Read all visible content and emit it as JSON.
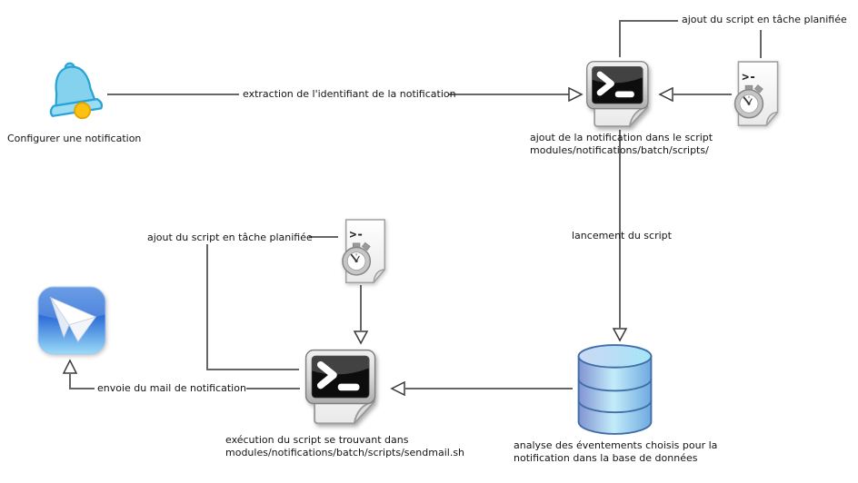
{
  "diagram": {
    "title": "notification batch workflow",
    "labels": {
      "bell": "Configurer une notification",
      "extraction": "extraction de l'identifiant de la notification",
      "scheduled_top": "ajout du script en tâche planifiée",
      "script_top": "ajout de la notification dans le script\nmodules/notifications/batch/scripts/",
      "lancement": "lancement du script",
      "scheduled_mid": "ajout du script en tâche planifiée",
      "envoie": "envoie du mail de notification",
      "script_bottom": "exécution du script se trouvant dans\nmodules/notifications/batch/scripts/sendmail.sh",
      "database": "analyse des éventements choisis pour la\nnotification dans la base de données"
    },
    "icons": {
      "notification": "bell-icon",
      "script_top": "terminal-script-icon",
      "script_bottom": "terminal-script-icon",
      "scheduled_top": "scheduled-script-document-icon",
      "scheduled_mid": "scheduled-script-document-icon",
      "database": "database-icon",
      "mail": "paper-plane-icon"
    },
    "colors": {
      "background": "#ffffff",
      "connector": "#666666",
      "arrowhead_outline": "#3a3a3a",
      "text": "#141414",
      "bell_blue": "#85d2ee",
      "bell_outline": "#29a3d6",
      "clapper_yellow": "#fdc113",
      "terminal_screen": "#0d0d0d",
      "database_left": "#8194d2",
      "database_center": "#c3ecfa",
      "database_right": "#6fa9e0",
      "database_outline": "#3f6ea8",
      "mail_blue_top": "#2f6fd8",
      "mail_blue_bottom": "#9bdbf8"
    }
  }
}
